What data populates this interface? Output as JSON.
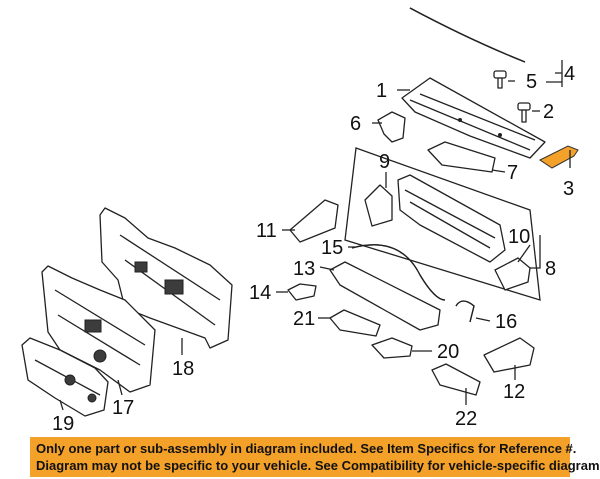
{
  "callouts": {
    "c1": "1",
    "c2": "2",
    "c3": "3",
    "c4": "4",
    "c5": "5",
    "c6": "6",
    "c7": "7",
    "c8": "8",
    "c9": "9",
    "c10": "10",
    "c11": "11",
    "c12": "12",
    "c13": "13",
    "c14": "14",
    "c15": "15",
    "c16": "16",
    "c17": "17",
    "c18": "18",
    "c19": "19",
    "c20": "20",
    "c21": "21",
    "c22": "22"
  },
  "banner": {
    "line1": "Only one part or sub-assembly in diagram included. See Item Specifics for Reference #.",
    "line2": "Diagram may not be specific to your vehicle. See Compatibility for vehicle-specific diagrams."
  },
  "colors": {
    "banner_background": "#f4a12a",
    "highlighted_part": "#f4a12a"
  }
}
